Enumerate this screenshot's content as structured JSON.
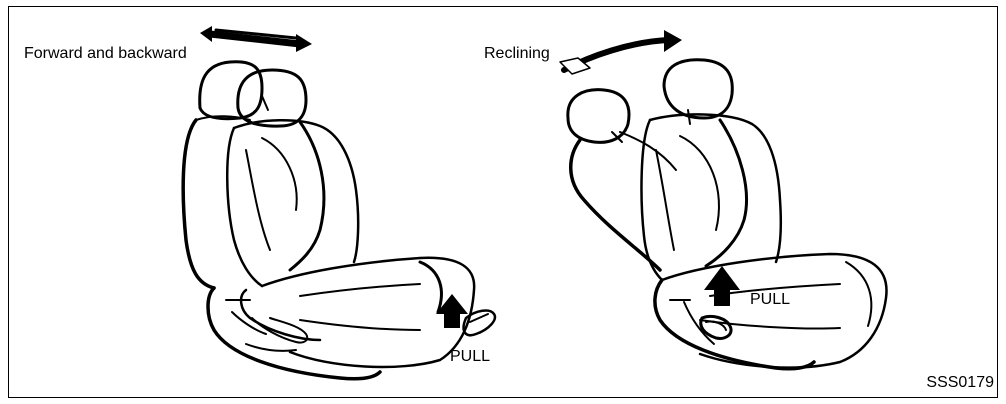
{
  "labels": {
    "forward_backward": "Forward and backward",
    "reclining": "Reclining",
    "pull_left": "PULL",
    "pull_right": "PULL",
    "figure_code": "SSS0179"
  },
  "colors": {
    "line": "#000000",
    "background": "#ffffff"
  },
  "icons": {
    "left_double_arrow": "forward-backward-double-arrow-icon",
    "right_curved_arrow": "reclining-curved-arrow-icon",
    "left_up_arrow": "pull-up-arrow-icon",
    "right_up_arrow": "pull-up-arrow-icon"
  }
}
